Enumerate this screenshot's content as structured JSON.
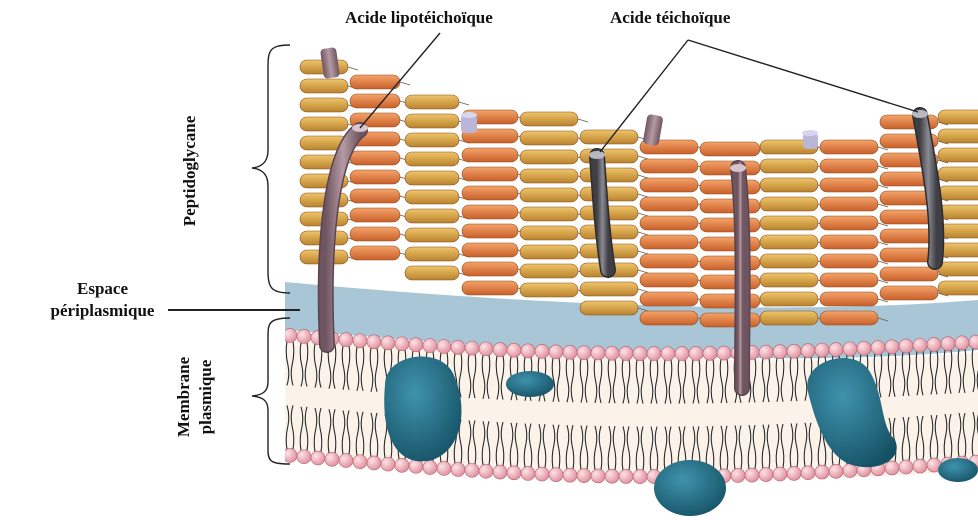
{
  "labels": {
    "lipoteichoic_acid": "Acide lipotéichoïque",
    "teichoic_acid": "Acide téichoïque",
    "peptidoglycan": "Peptidoglycane",
    "periplasmic_space_line1": "Espace",
    "periplasmic_space_line2": "périplasmique",
    "plasma_membrane_line1": "Membrane",
    "plasma_membrane_line2": "plasmique"
  },
  "colors": {
    "peptidoglycan_orange": "#e07a3a",
    "peptidoglycan_tan": "#d9a347",
    "periplasm_blue": "#a9c6d6",
    "lipid_head_pink": "#f2b3bd",
    "membrane_protein_teal": "#1f6f86",
    "teichoic_rod": "#8a6f78"
  }
}
